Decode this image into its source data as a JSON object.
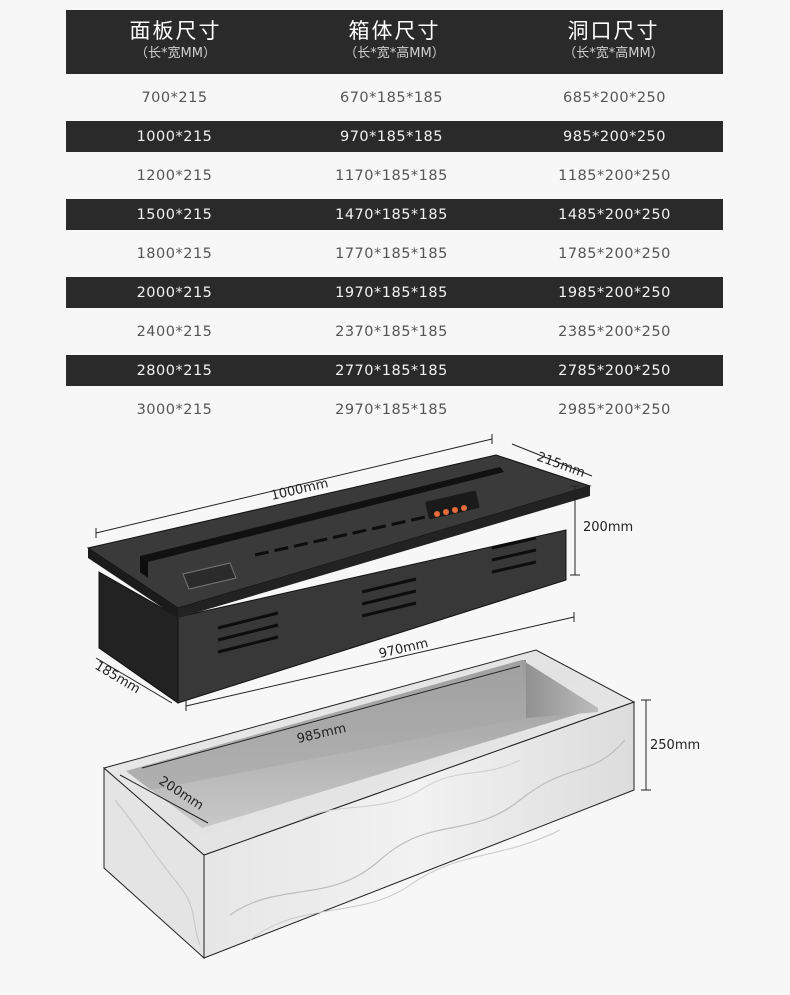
{
  "table": {
    "headers": [
      {
        "title": "面板尺寸",
        "sub": "（长*宽MM）"
      },
      {
        "title": "箱体尺寸",
        "sub": "（长*宽*高MM）"
      },
      {
        "title": "洞口尺寸",
        "sub": "（长*宽*高MM）"
      }
    ],
    "rows": [
      [
        "700*215",
        "670*185*185",
        "685*200*250"
      ],
      [
        "1000*215",
        "970*185*185",
        "985*200*250"
      ],
      [
        "1200*215",
        "1170*185*185",
        "1185*200*250"
      ],
      [
        "1500*215",
        "1470*185*185",
        "1485*200*250"
      ],
      [
        "1800*215",
        "1770*185*185",
        "1785*200*250"
      ],
      [
        "2000*215",
        "1970*185*185",
        "1985*200*250"
      ],
      [
        "2400*215",
        "2370*185*185",
        "2385*200*250"
      ],
      [
        "2800*215",
        "2770*185*185",
        "2785*200*250"
      ],
      [
        "3000*215",
        "2970*185*185",
        "2985*200*250"
      ]
    ]
  },
  "dimensions": {
    "panel_length": "1000mm",
    "panel_width": "215mm",
    "box_height": "200mm",
    "box_length": "970mm",
    "box_width": "185mm",
    "opening_length": "985mm",
    "opening_width": "200mm",
    "opening_height": "250mm"
  }
}
